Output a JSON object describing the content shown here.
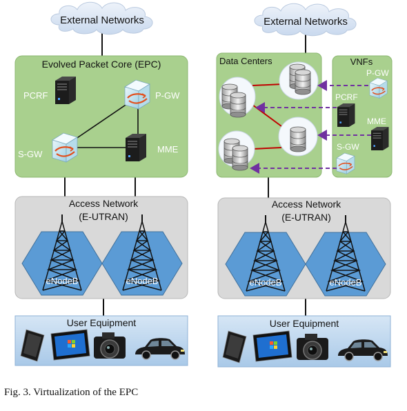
{
  "left": {
    "external": "External Networks",
    "epc_title": "Evolved Packet Core (EPC)",
    "pcrf": "PCRF",
    "pgw": "P-GW",
    "sgw": "S-GW",
    "mme": "MME",
    "access_line1": "Access Network",
    "access_line2": "(E-UTRAN)",
    "enodeb_1": "eNodeB",
    "enodeb_2": "eNodeB",
    "ue_title": "User Equipment"
  },
  "right": {
    "external": "External Networks",
    "dc_title": "Data Centers",
    "vnf_title": "VNFs",
    "pgw": "P-GW",
    "pcrf": "PCRF",
    "mme": "MME",
    "sgw": "S-GW",
    "access_line1": "Access Network",
    "access_line2": "(E-UTRAN)",
    "enodeb_1": "eNodeB",
    "enodeb_2": "eNodeB",
    "ue_title": "User Equipment"
  },
  "caption": "Fig. 3.  Virtualization of the EPC",
  "colors": {
    "cloud": "#dfe9f6",
    "epc_green": "#a9d08e",
    "access_gray": "#d9d9d9",
    "hex_blue": "#5b9bd5",
    "ue_blue": "#bdd7ee",
    "red_link": "#c00000",
    "vnf_arrow": "#7030a0"
  },
  "icons": [
    "cloud-icon",
    "server-tower-icon",
    "router-cube-icon",
    "database-icon",
    "antenna-tower-icon",
    "smartphone-icon",
    "tablet-icon",
    "camera-icon",
    "car-icon"
  ]
}
